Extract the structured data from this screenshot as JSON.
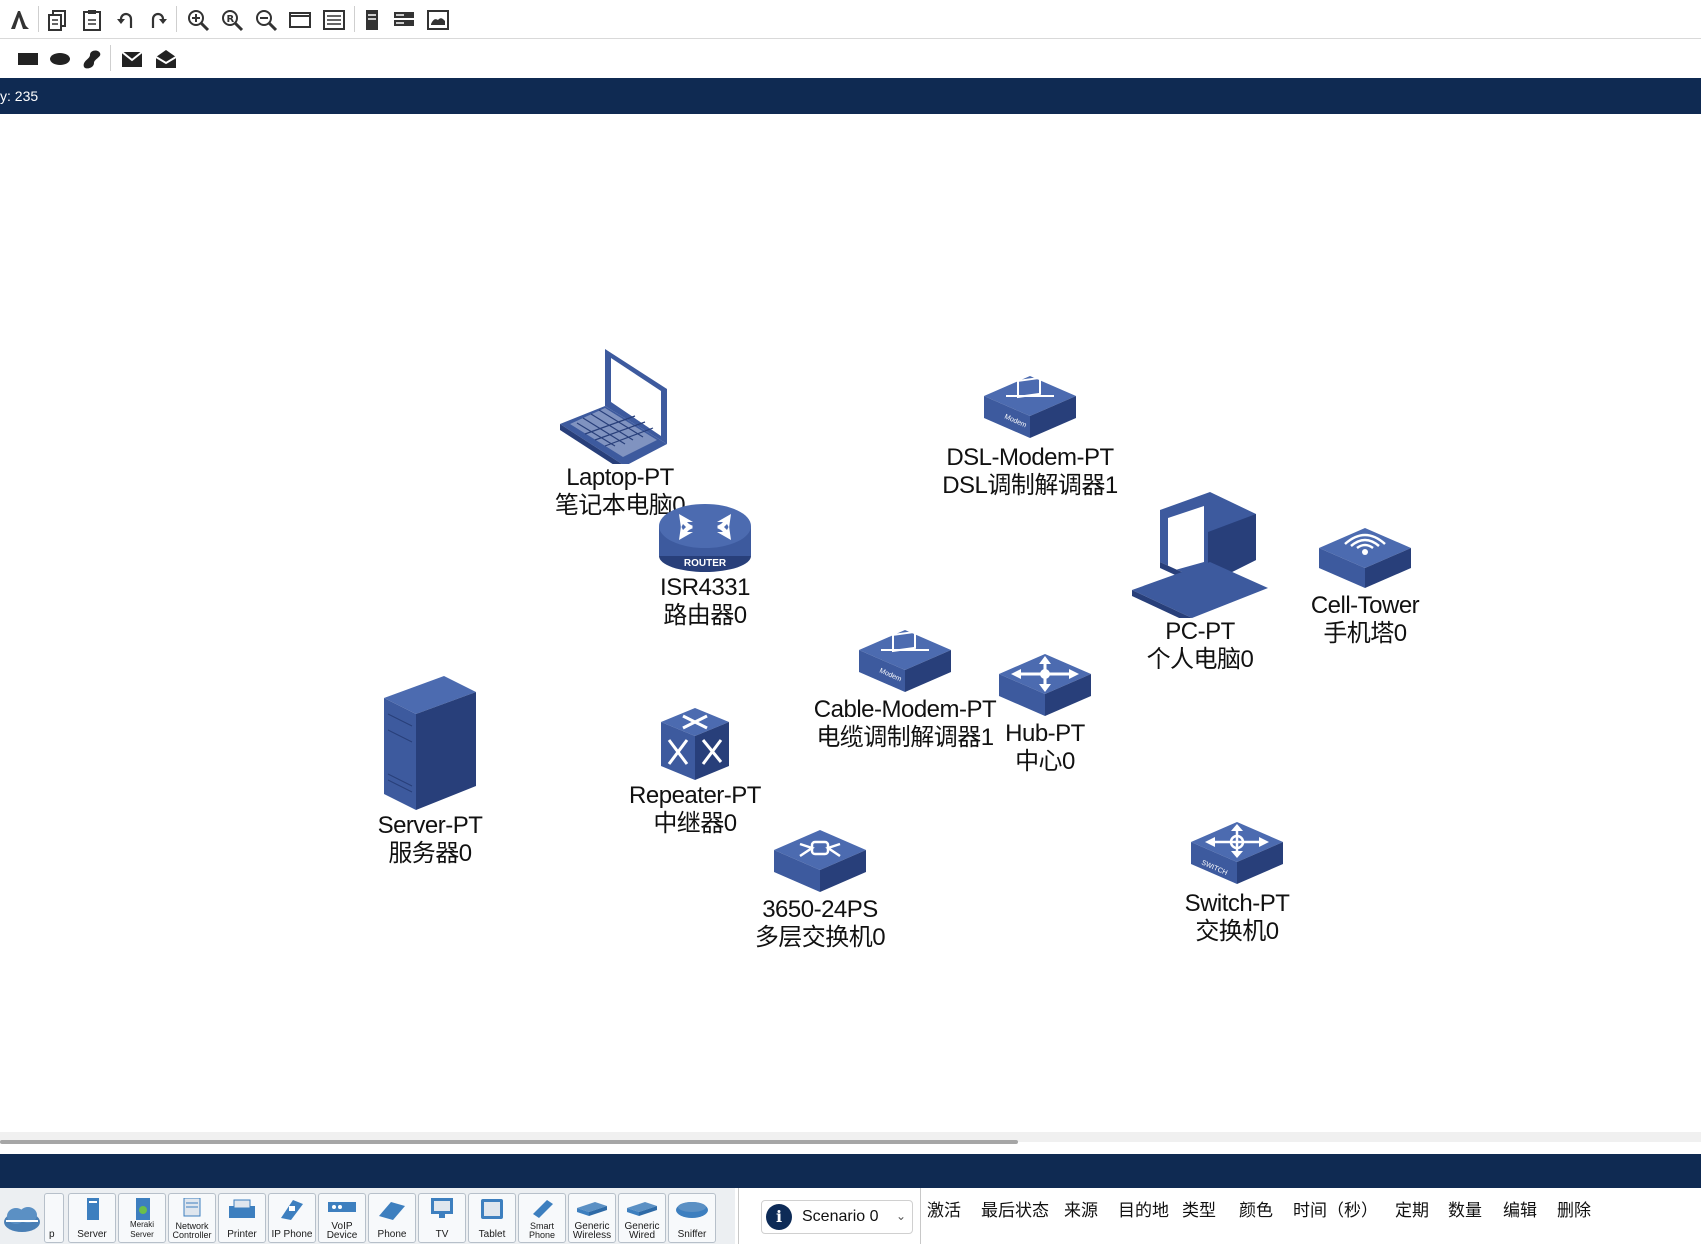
{
  "toolbar": {
    "row1_icons": [
      "app-logo-icon",
      "copy-icon",
      "paste-icon",
      "undo-icon",
      "redo-icon",
      "zoom-in-icon",
      "zoom-reset-icon",
      "zoom-out-icon",
      "rectangle-view-icon",
      "palette-icon",
      "device-template-icon",
      "custom-devices-icon",
      "cluster-icon"
    ],
    "row2_icons": [
      "draw-rectangle-icon",
      "draw-ellipse-icon",
      "freeform-icon",
      "add-simple-pdu-icon",
      "add-complex-pdu-icon"
    ]
  },
  "status": {
    "coord_text": "y: 235"
  },
  "devices": [
    {
      "id": "laptop",
      "icon": "laptop-icon",
      "name": "Laptop-PT",
      "label": "笔记本电脑0"
    },
    {
      "id": "router",
      "icon": "router-icon",
      "name": "ISR4331",
      "label": "路由器0",
      "badge": "ROUTER"
    },
    {
      "id": "dsl",
      "icon": "dsl-modem-icon",
      "name": "DSL-Modem-PT",
      "label": "DSL调制解调器1",
      "badge": "Modem"
    },
    {
      "id": "pc",
      "icon": "pc-icon",
      "name": "PC-PT",
      "label": "个人电脑0"
    },
    {
      "id": "celltower",
      "icon": "cell-tower-icon",
      "name": "Cell-Tower",
      "label": "手机塔0"
    },
    {
      "id": "cablemodem",
      "icon": "cable-modem-icon",
      "name": "Cable-Modem-PT",
      "label": "电缆调制解调器1",
      "badge": "Modem"
    },
    {
      "id": "hub",
      "icon": "hub-icon",
      "name": "Hub-PT",
      "label": "中心0"
    },
    {
      "id": "server",
      "icon": "server-icon",
      "name": "Server-PT",
      "label": "服务器0"
    },
    {
      "id": "repeater",
      "icon": "repeater-icon",
      "name": "Repeater-PT",
      "label": "中继器0"
    },
    {
      "id": "mlswitch",
      "icon": "multilayer-switch-icon",
      "name": "3650-24PS",
      "label": "多层交换机0"
    },
    {
      "id": "switch",
      "icon": "switch-icon",
      "name": "Switch-PT",
      "label": "交换机0",
      "badge": "SWITCH"
    }
  ],
  "palette": {
    "category_icon": "cloud-icon",
    "items": [
      {
        "icon": "laptop-icon",
        "label": "p"
      },
      {
        "icon": "server-icon",
        "label": "Server"
      },
      {
        "icon": "meraki-server-icon",
        "label": "Meraki Server"
      },
      {
        "icon": "network-controller-icon",
        "label": "Network Controller"
      },
      {
        "icon": "printer-icon",
        "label": "Printer"
      },
      {
        "icon": "ip-phone-icon",
        "label": "IP Phone"
      },
      {
        "icon": "voip-device-icon",
        "label": "VoIP Device"
      },
      {
        "icon": "phone-icon",
        "label": "Phone"
      },
      {
        "icon": "tv-icon",
        "label": "TV"
      },
      {
        "icon": "tablet-icon",
        "label": "Tablet"
      },
      {
        "icon": "smart-phone-icon",
        "label": "Smart Phone"
      },
      {
        "icon": "generic-wireless-icon",
        "label": "Generic Wireless"
      },
      {
        "icon": "generic-wired-icon",
        "label": "Generic Wired"
      },
      {
        "icon": "sniffer-icon",
        "label": "Sniffer"
      }
    ]
  },
  "scenario": {
    "value": "Scenario 0",
    "icon": "info-icon"
  },
  "pdu_columns": [
    "激活",
    "最后状态",
    "来源",
    "目的地",
    "类型",
    "颜色",
    "时间（秒）",
    "定期",
    "数量",
    "编辑",
    "删除"
  ],
  "colors": {
    "navy": "#0f2a52",
    "device_blue": "#3d5a9e",
    "device_dark": "#283f7a"
  }
}
